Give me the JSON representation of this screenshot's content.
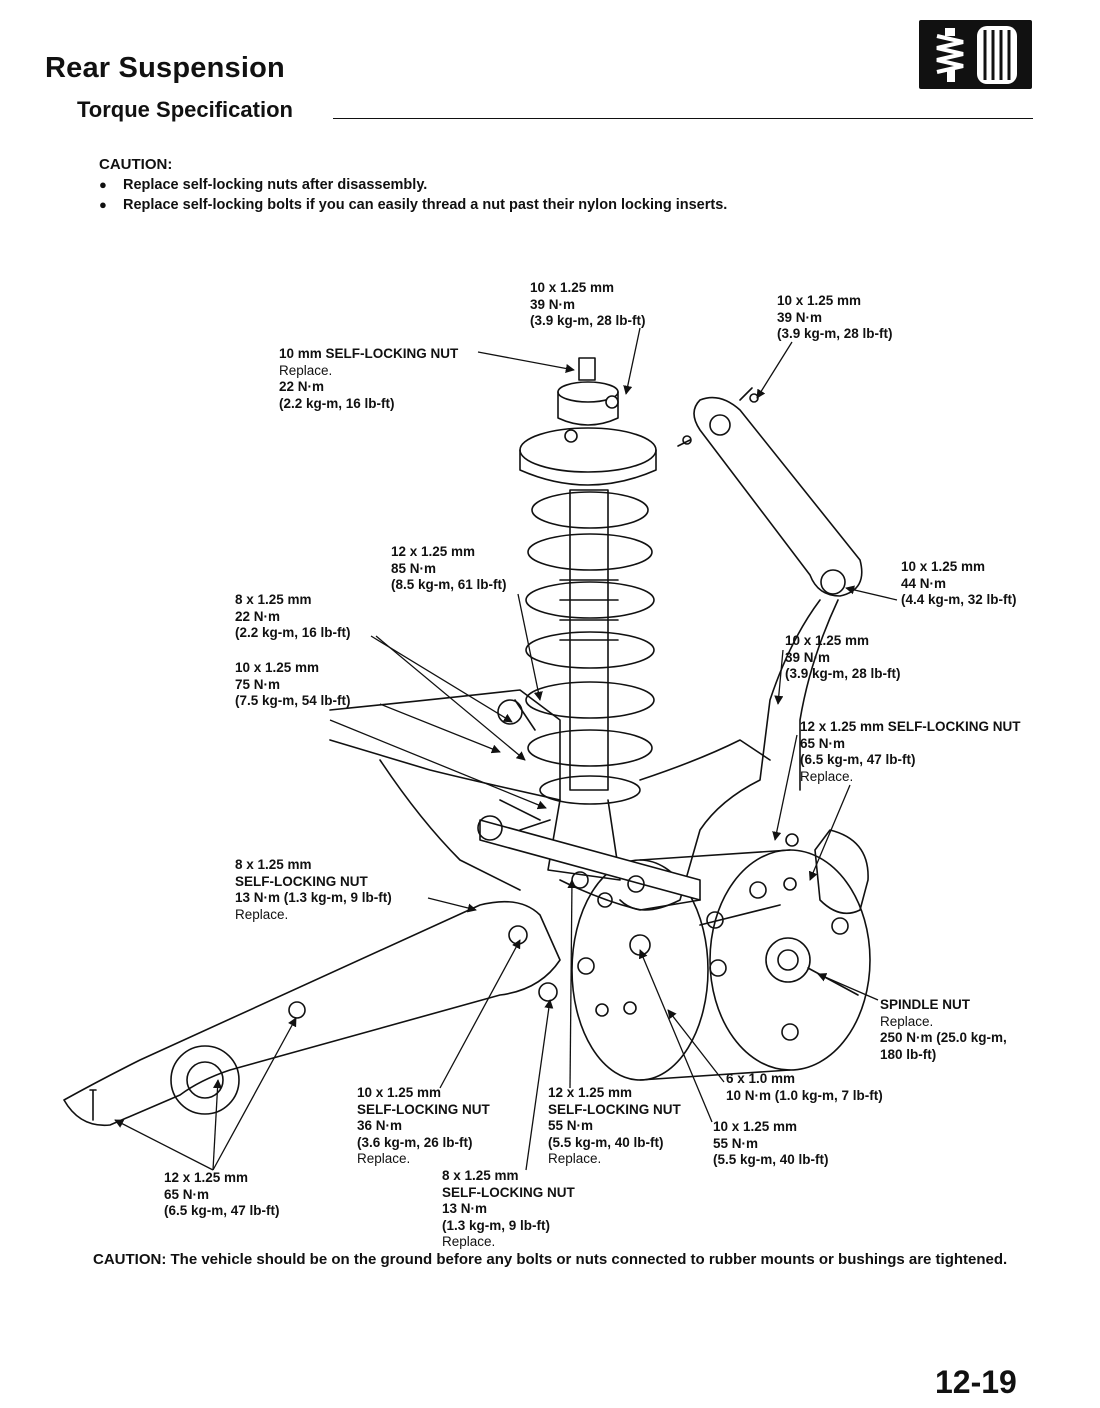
{
  "header": {
    "title": "Rear Suspension",
    "subtitle": "Torque Specification",
    "icon": "suspension-section-icon"
  },
  "caution_top": {
    "label": "CAUTION:",
    "items": [
      "Replace self-locking nuts after disassembly.",
      "Replace self-locking bolts if you can easily thread a nut past their nylon locking inserts."
    ]
  },
  "callouts": [
    {
      "id": "c1",
      "size": "10 x 1.25 mm",
      "torque": "39 N·m",
      "alt": "(3.9 kg-m, 28 lb-ft)"
    },
    {
      "id": "c2",
      "size": "10 x 1.25 mm",
      "torque": "39 N·m",
      "alt": "(3.9 kg-m, 28 lb-ft)"
    },
    {
      "id": "c3",
      "size": "10 mm SELF-LOCKING NUT",
      "note": "Replace.",
      "torque": "22 N·m",
      "alt": "(2.2 kg-m, 16 lb-ft)"
    },
    {
      "id": "c4",
      "size": "12 x 1.25 mm",
      "torque": "85 N·m",
      "alt": "(8.5 kg-m, 61 lb-ft)"
    },
    {
      "id": "c5",
      "size": "10 x 1.25 mm",
      "torque": "44 N·m",
      "alt": "(4.4 kg-m, 32 lb-ft)"
    },
    {
      "id": "c6",
      "size": "8 x 1.25 mm",
      "torque": "22 N·m",
      "alt": "(2.2 kg-m, 16 lb-ft)"
    },
    {
      "id": "c7",
      "size": "10 x 1.25 mm",
      "torque": "39 N·m",
      "alt": "(3.9 kg-m, 28 lb-ft)"
    },
    {
      "id": "c8",
      "size": "10 x 1.25 mm",
      "torque": "75 N·m",
      "alt": "(7.5 kg-m, 54 lb-ft)"
    },
    {
      "id": "c9",
      "size": "12 x 1.25 mm SELF-LOCKING NUT",
      "torque": "65 N·m",
      "alt": "(6.5 kg-m, 47 lb-ft)",
      "note": "Replace."
    },
    {
      "id": "c10",
      "size": "8 x 1.25 mm",
      "type": "SELF-LOCKING NUT",
      "torque": "13 N·m (1.3 kg-m, 9 lb-ft)",
      "note": "Replace."
    },
    {
      "id": "c11",
      "size": "SPINDLE NUT",
      "note": "Replace.",
      "torque": "250 N·m (25.0 kg-m,",
      "alt": "180 lb-ft)"
    },
    {
      "id": "c12",
      "size": "6 x 1.0 mm",
      "torque": "10 N·m (1.0 kg-m, 7 lb-ft)"
    },
    {
      "id": "c13",
      "size": "10 x 1.25 mm",
      "type": "SELF-LOCKING NUT",
      "torque": "36 N·m",
      "alt": "(3.6 kg-m, 26 lb-ft)",
      "note": "Replace."
    },
    {
      "id": "c14",
      "size": "12 x 1.25 mm",
      "type": "SELF-LOCKING NUT",
      "torque": "55 N·m",
      "alt": "(5.5 kg-m, 40 lb-ft)",
      "note": "Replace."
    },
    {
      "id": "c15",
      "size": "10 x 1.25 mm",
      "torque": "55 N·m",
      "alt": "(5.5 kg-m, 40 lb-ft)"
    },
    {
      "id": "c16",
      "size": "12 x 1.25 mm",
      "torque": "65 N·m",
      "alt": "(6.5 kg-m, 47 lb-ft)"
    },
    {
      "id": "c17",
      "size": "8 x 1.25 mm",
      "type": "SELF-LOCKING NUT",
      "torque": "13 N·m",
      "alt": "(1.3 kg-m, 9 lb-ft)",
      "note": "Replace."
    }
  ],
  "caution_bottom": "CAUTION: The vehicle should be on the ground before any bolts or nuts connected to rubber mounts or bushings are tightened.",
  "page_number": "12-19"
}
